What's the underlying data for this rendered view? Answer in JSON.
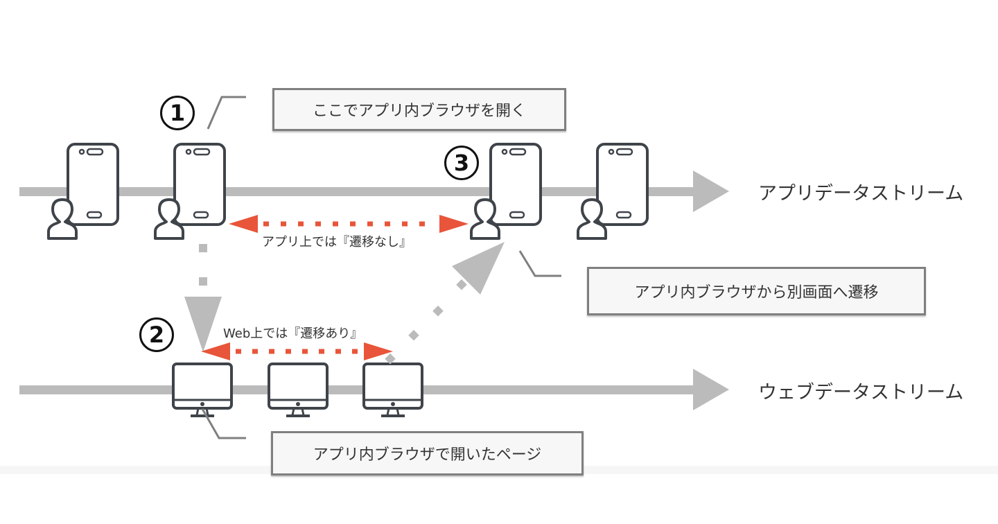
{
  "title": "アプリ内ブラウザ遷移の計測イメージ",
  "colors": {
    "stream_line": "#bbbbbb",
    "icon_stroke": "#3f444a",
    "transition_arrow": "#e8553a",
    "connector": "#7f7f7f",
    "callout_bg": "#f7f7f7",
    "callout_border": "#7f7f7f"
  },
  "streams": {
    "app": {
      "label": "アプリデータストリーム",
      "device_icon": "smartphone-user-icon",
      "device_count": 4
    },
    "web": {
      "label": "ウェブデータストリーム",
      "device_icon": "desktop-monitor-icon",
      "device_count": 3
    }
  },
  "steps": [
    {
      "number": "1",
      "callout": "ここでアプリ内ブラウザを開く"
    },
    {
      "number": "2",
      "callout": "アプリ内ブラウザで開いたページ"
    },
    {
      "number": "3",
      "callout": "アプリ内ブラウザから別画面へ遷移"
    }
  ],
  "transitions": {
    "app": "アプリ上では『遷移なし』",
    "web": "Web上では『遷移あり』"
  }
}
